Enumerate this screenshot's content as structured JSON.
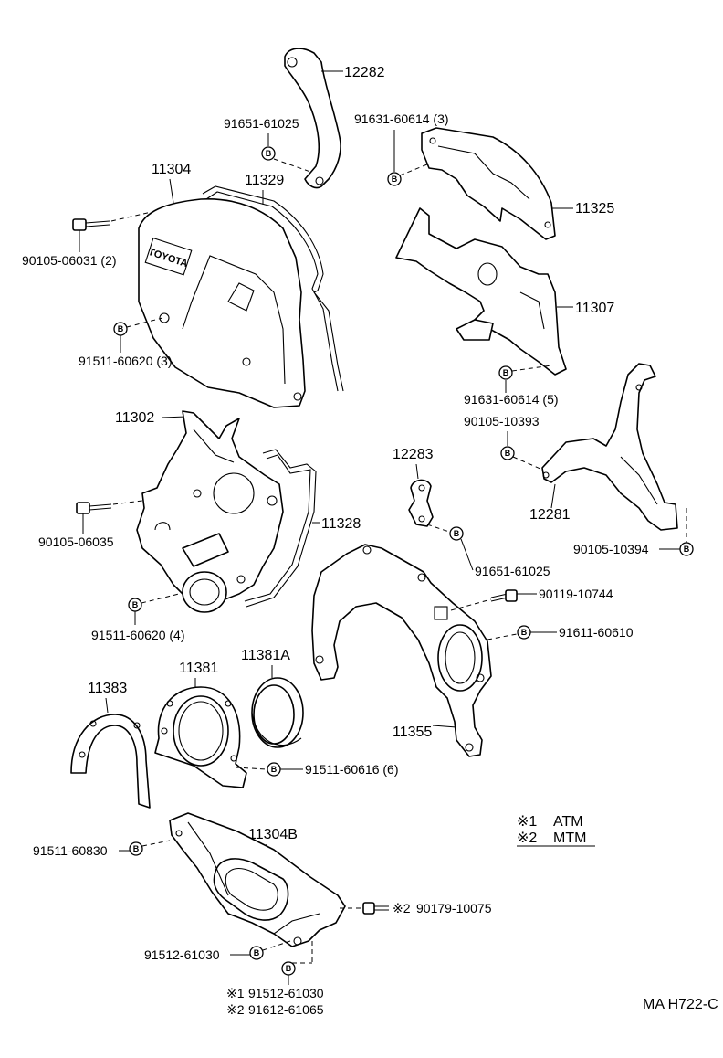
{
  "diagram": {
    "bolt_mark": "B",
    "parts": {
      "p12282": "12282",
      "p91651_61025_top": "91651-61025",
      "p91631_60614_3": "91631-60614 (3)",
      "p11304": "11304",
      "p11329": "11329",
      "p11325": "11325",
      "p90105_06031": "90105-06031 (2)",
      "p11307": "11307",
      "p91511_60620_3": "91511-60620 (3)",
      "p91631_60614_5": "91631-60614 (5)",
      "p90105_10393": "90105-10393",
      "p11302": "11302",
      "p12283": "12283",
      "p12281": "12281",
      "p11328": "11328",
      "p90105_06035": "90105-06035",
      "p90105_10394": "90105-10394",
      "p91651_61025_mid": "91651-61025",
      "p90119_10744": "90119-10744",
      "p91511_60620_4": "91511-60620 (4)",
      "p91611_60610": "91611-60610",
      "p11381": "11381",
      "p11381A": "11381A",
      "p11383": "11383",
      "p11355": "11355",
      "p91511_60616": "91511-60616 (6)",
      "p91511_60830": "91511-60830",
      "p11304B": "11304B",
      "p90179_10075": "90179-10075",
      "p91512_61030": "91512-61030",
      "p91512_61030_atm": "91512-61030",
      "p91612_61065_mtm": "91612-61065"
    },
    "notes": {
      "mark1": "※1",
      "mark2": "※2",
      "atm": "ATM",
      "mtm": "MTM"
    },
    "cover_logo": "TOYOTA",
    "figure_code": "MA H722-C"
  }
}
